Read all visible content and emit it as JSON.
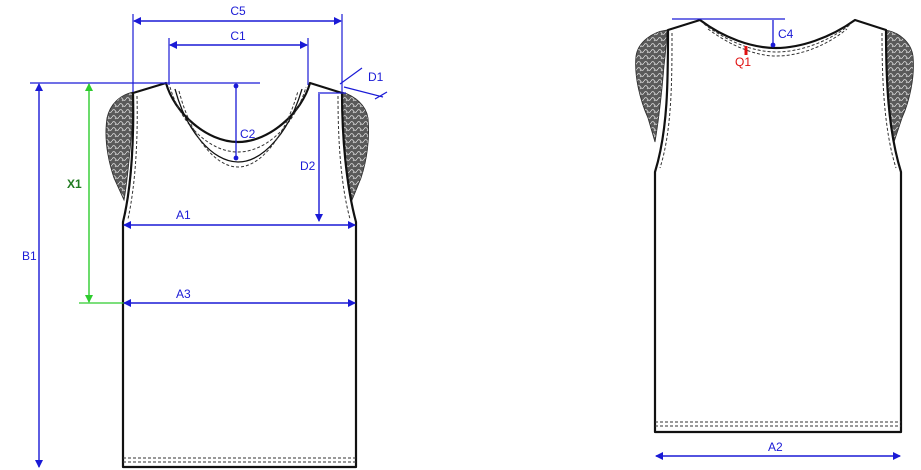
{
  "colors": {
    "dimension_line": "#1a1ad6",
    "dimension_x1": "#2ecc2e",
    "label_x1": "#1f7a1f",
    "marker_q1": "#e01010",
    "outline": "#111111",
    "lace_sleeve": "#5a5a5a"
  },
  "front_view": {
    "labels": {
      "c5": "C5",
      "c1": "C1",
      "d1": "D1",
      "c2": "C2",
      "d2": "D2",
      "x1": "X1",
      "a1": "A1",
      "a3": "A3",
      "b1": "B1"
    }
  },
  "back_view": {
    "labels": {
      "c4": "C4",
      "q1": "Q1",
      "a2": "A2"
    }
  },
  "icons": {
    "arrowhead": "arrowhead-icon",
    "lace": "lace-sleeve-pattern"
  }
}
